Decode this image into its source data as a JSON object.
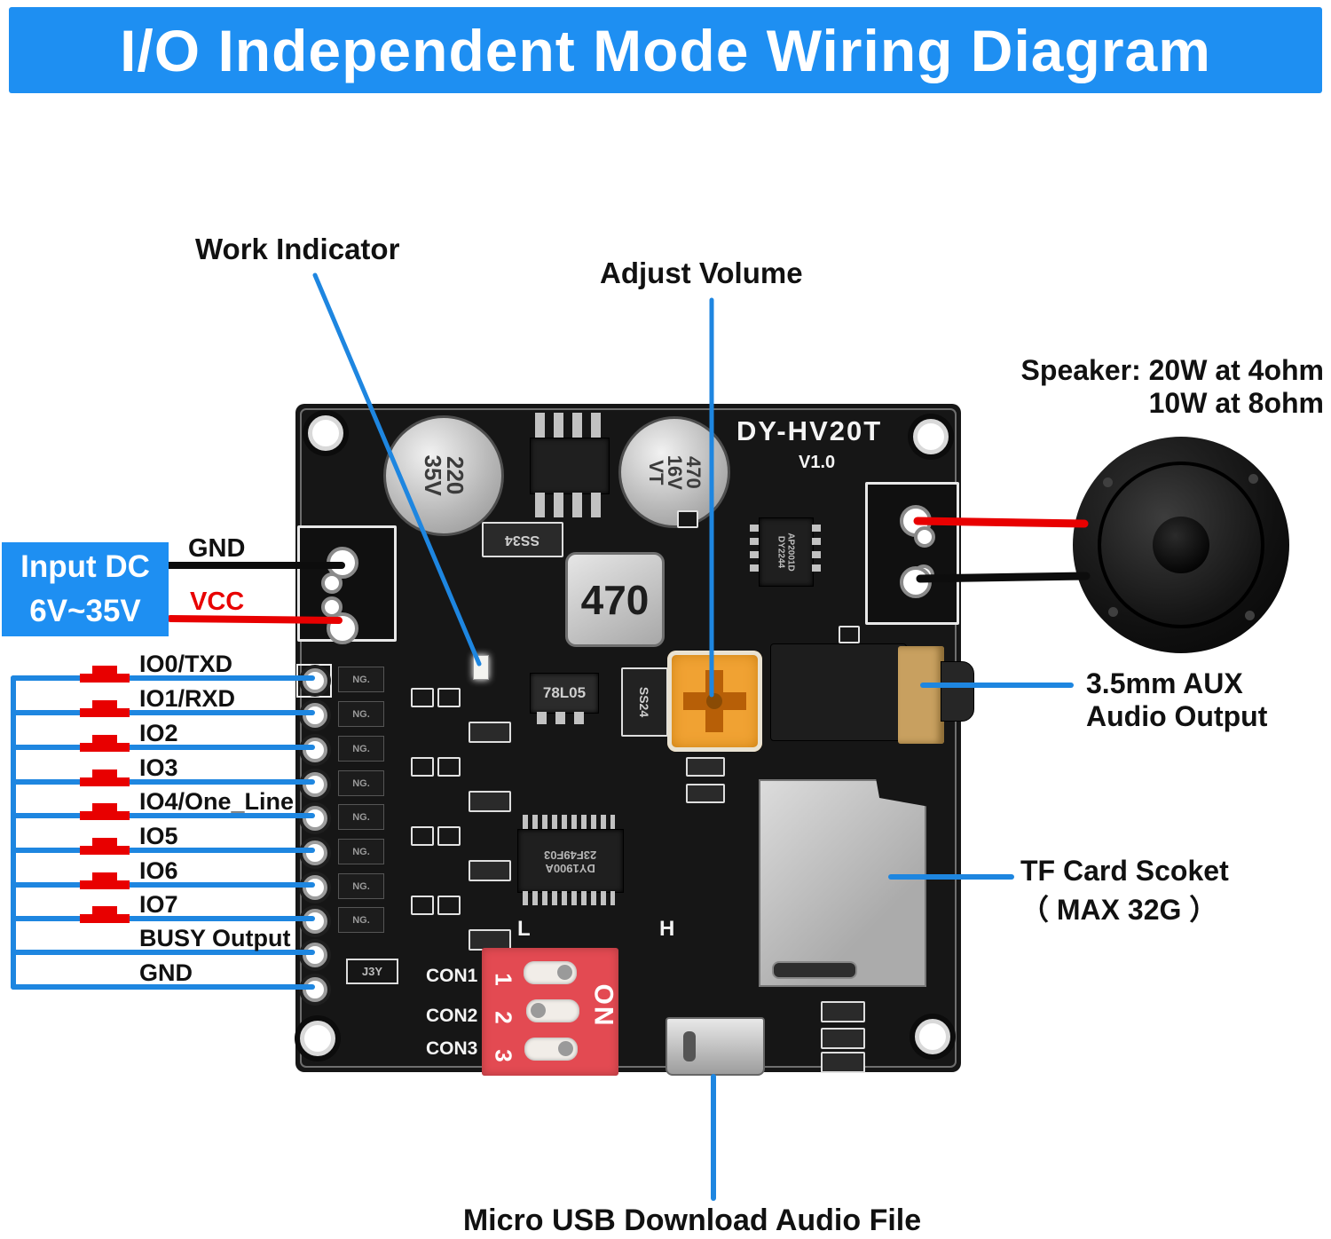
{
  "header": {
    "title": "I/O Independent Mode Wiring Diagram"
  },
  "colors": {
    "accent_blue": "#1E8FF2",
    "line_blue": "#1E86E0",
    "wire_red": "#E80000",
    "wire_black": "#0d0d0d",
    "dip_red": "#E34A52",
    "pcb_black": "#161616"
  },
  "callouts": {
    "work_indicator": "Work Indicator",
    "adjust_volume": "Adjust Volume",
    "speaker_line1": "Speaker: 20W at 4ohm",
    "speaker_line2": "10W at 8ohm",
    "aux_line1": "3.5mm AUX",
    "aux_line2": "Audio Output",
    "tf_line1": "TF Card Scoket",
    "tf_line2": "（ MAX 32G ）",
    "micro_usb": "Micro USB Download Audio File",
    "gnd_top": "GND",
    "vcc": "VCC",
    "input_dc_line1": "Input DC",
    "input_dc_line2": "6V~35V"
  },
  "io": {
    "labels": [
      "IO0/TXD",
      "IO1/RXD",
      "IO2",
      "IO3",
      "IO4/One_Line",
      "IO5",
      "IO6",
      "IO7",
      "BUSY Output",
      "GND"
    ]
  },
  "board": {
    "model": "DY-HV20T",
    "version": "V1.0",
    "cap1_lines": [
      "220",
      "35V"
    ],
    "cap2_lines": [
      "470",
      "16V",
      "VT"
    ],
    "inductor": "470",
    "regulator": "78L05",
    "diode1": "SS34",
    "diode2": "SS24",
    "ic1_lines": [
      "AP2001D",
      "DY2244"
    ],
    "ic2_lines": [
      "DY1900A",
      "23F49F03"
    ],
    "ng": "NG.",
    "j3y": "J3Y",
    "con": [
      "CON1",
      "CON2",
      "CON3"
    ],
    "l_label": "L",
    "h_label": "H",
    "dip_numbers": [
      "1",
      "2",
      "3"
    ],
    "dip_on": "ON"
  }
}
